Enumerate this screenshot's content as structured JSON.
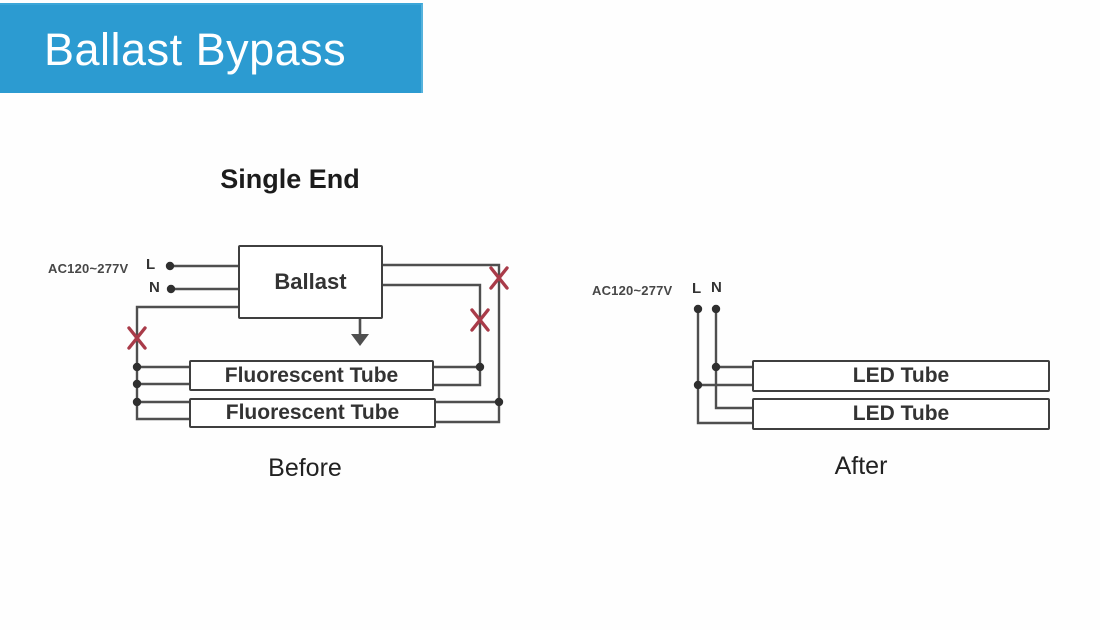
{
  "header": {
    "title": "Ballast Bypass"
  },
  "subtitle": "Single End",
  "before": {
    "section_label": "Before",
    "supply": {
      "voltage": "AC120~277V",
      "line": "L",
      "neutral": "N"
    },
    "ballast_label": "Ballast",
    "tubes": [
      {
        "label": "Fluorescent Tube"
      },
      {
        "label": "Fluorescent Tube"
      }
    ],
    "cut_mark_count": 3
  },
  "after": {
    "section_label": "After",
    "supply": {
      "voltage": "AC120~277V",
      "line": "L",
      "neutral": "N"
    },
    "tubes": [
      {
        "label": "LED Tube"
      },
      {
        "label": "LED Tube"
      }
    ]
  },
  "colors": {
    "banner_bg": "#2c9bd1",
    "banner_text": "#ffffff",
    "wire": "#4f4f4f",
    "box_border": "#3f3f3f",
    "cut_mark": "#a93b49",
    "text": "#2b2b2b"
  }
}
